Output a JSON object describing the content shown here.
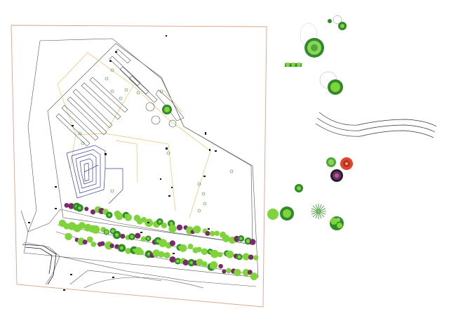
{
  "colors": {
    "background": "#ffffff",
    "site_boundary": "#d9a48a",
    "linework": "#555555",
    "zone_lines": "#e3c36a",
    "hedge_bright": "#7ed43a",
    "hedge_dark": "#2f8a2a",
    "shrub_purple": "#7a2a6a",
    "tree_dark": "#1f6e2a",
    "tree_light": "#8bd45a",
    "accent_red": "#e0462a"
  },
  "legend_symbols": [
    "conifer-tree-symbol",
    "broadleaf-tree-symbol",
    "small-shrub-symbol",
    "round-tree-symbol",
    "red-flowering-tree-symbol",
    "dark-purple-tree-symbol",
    "fern-palm-symbol",
    "hedge-symbol",
    "river-symbol"
  ]
}
